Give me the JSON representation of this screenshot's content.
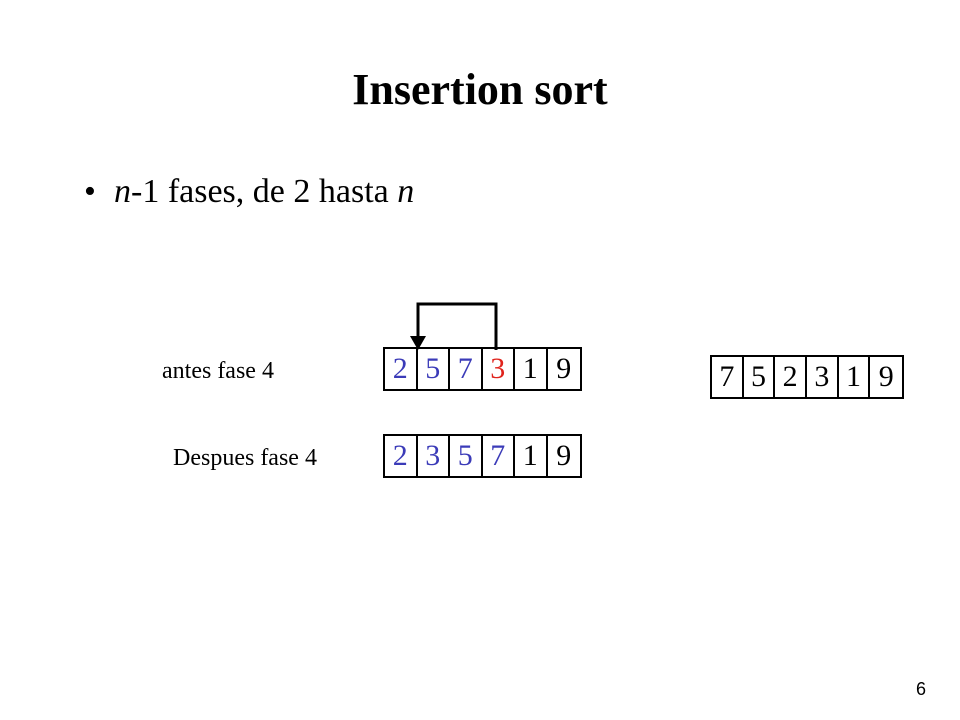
{
  "title": "Insertion sort",
  "bullet": {
    "var_n1": "n",
    "text_mid": "-1 fases, de 2 hasta ",
    "var_n2": "n"
  },
  "before_row": {
    "label": "antes fase 4",
    "cells": [
      "2",
      "5",
      "7",
      "3",
      "1",
      "9"
    ],
    "cell_colors": [
      "#3b3bb8",
      "#3b3bb8",
      "#3b3bb8",
      "#e0231c",
      "#000000",
      "#000000"
    ]
  },
  "after_row": {
    "label": "Despues fase 4",
    "cells": [
      "2",
      "3",
      "5",
      "7",
      "1",
      "9"
    ],
    "cell_colors": [
      "#3b3bb8",
      "#3b3bb8",
      "#3b3bb8",
      "#3b3bb8",
      "#000000",
      "#000000"
    ]
  },
  "example_row": {
    "cells": [
      "7",
      "5",
      "2",
      "3",
      "1",
      "9"
    ]
  },
  "page_number": "6"
}
